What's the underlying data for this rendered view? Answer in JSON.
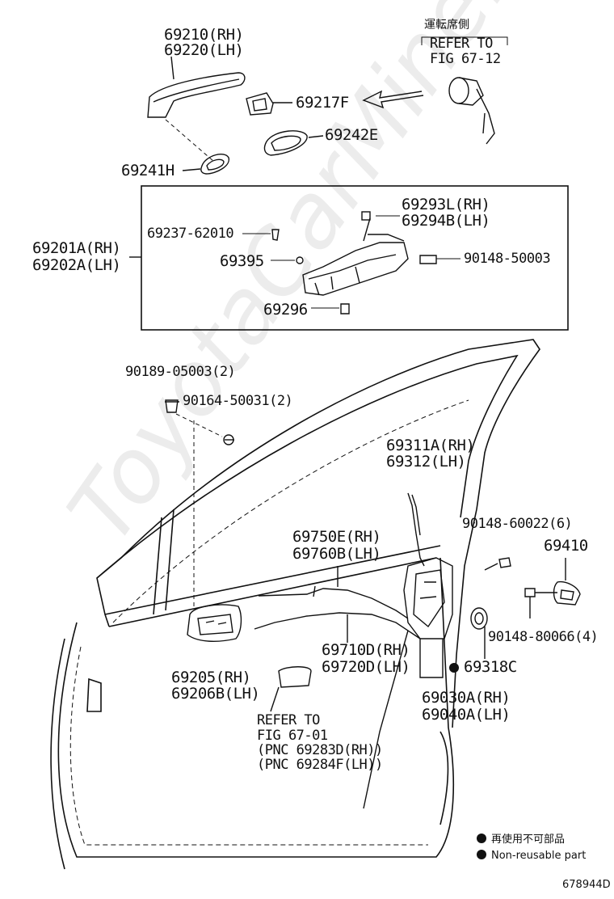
{
  "watermark": "ToyotaCarMine.ru",
  "ref_box": {
    "jp": "運転席側",
    "line1": "REFER TO",
    "line2": "FIG 67-12"
  },
  "labels": {
    "l1_69210": "69210(RH)",
    "l1_69220": "69220(LH)",
    "l_69217F": "69217F",
    "l_69242E": "69242E",
    "l_69241H": "69241H",
    "l_69293L": "69293L(RH)",
    "l_69294B": "69294B(LH)",
    "l_69237": "69237-62010",
    "l_69201A": "69201A(RH)",
    "l_69202A": "69202A(LH)",
    "l_69395": "69395",
    "l_90148_50003": "90148-50003",
    "l_69296": "69296",
    "l_90189": "90189-05003(2)",
    "l_90164": "90164-50031(2)",
    "l_69311A": "69311A(RH)",
    "l_69312": "69312(LH)",
    "l_90148_60022": "90148-60022(6)",
    "l_69410": "69410",
    "l_69750E": "69750E(RH)",
    "l_69760B": "69760B(LH)",
    "l_90148_80066": "90148-80066(4)",
    "l_69710D": "69710D(RH)",
    "l_69720D": "69720D(LH)",
    "l_69318C": "69318C",
    "l_69205": "69205(RH)",
    "l_69206B": "69206B(LH)",
    "l_69030A": "69030A(RH)",
    "l_69040A": "69040A(LH)",
    "ref2_1": "REFER TO",
    "ref2_2": "FIG 67-01",
    "ref2_3": "(PNC 69283D(RH))",
    "ref2_4": "(PNC 69284F(LH))"
  },
  "legend": {
    "jp": "再使用不可部品",
    "en": "Non-reusable part"
  },
  "diagram_id": "678944D"
}
